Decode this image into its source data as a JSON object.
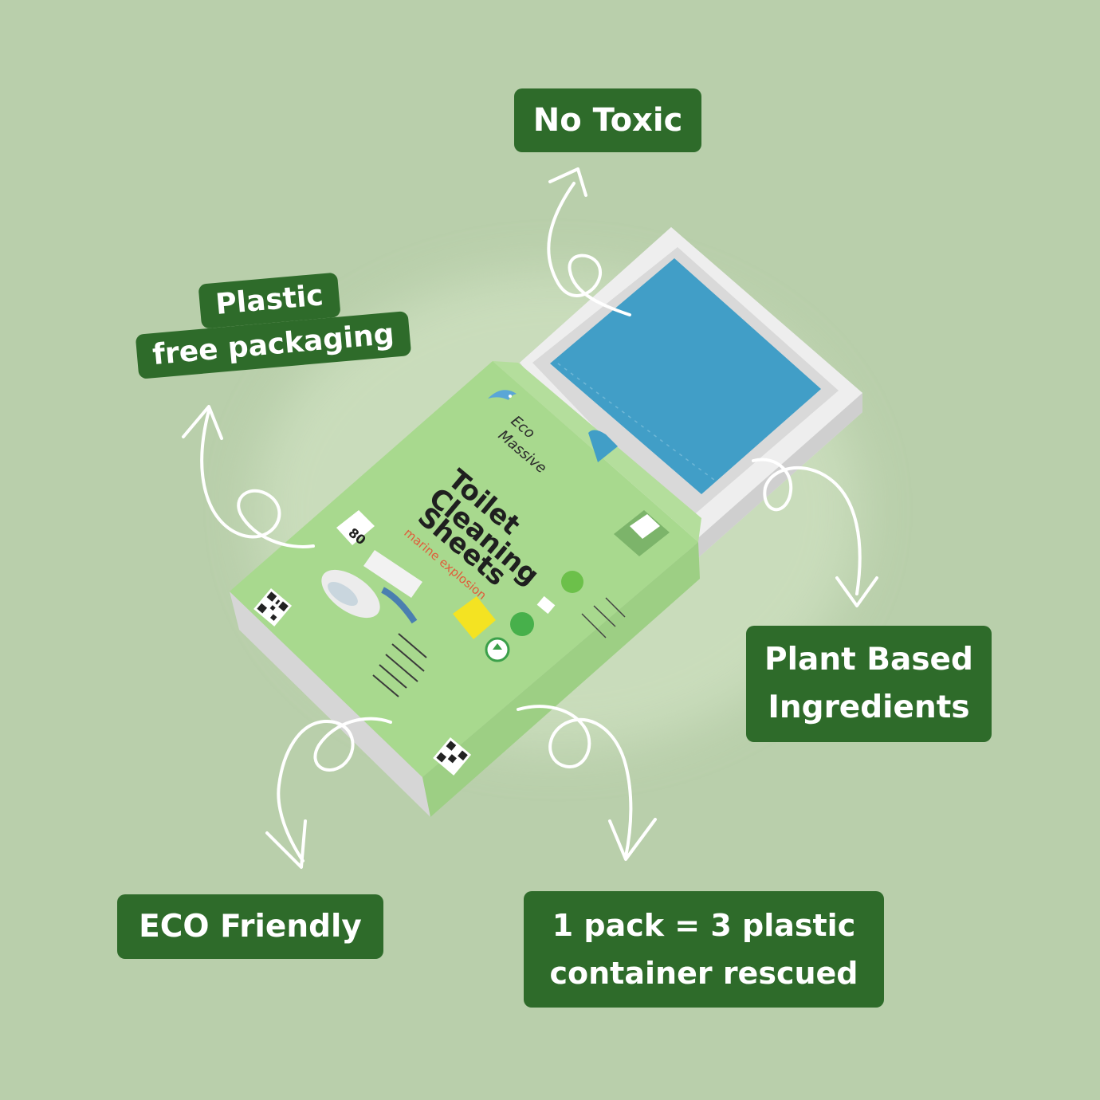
{
  "badges": {
    "no_toxic": "No Toxic",
    "plastic_free_line1": "Plastic",
    "plastic_free_line2": "free packaging",
    "plant_based_line1": "Plant Based",
    "plant_based_line2": "Ingredients",
    "eco_friendly": "ECO Friendly",
    "pack_line1": "1 pack = 3 plastic",
    "pack_line2": "container rescued"
  },
  "product": {
    "brand_line1": "Eco",
    "brand_line2": "Massive",
    "title_line1": "Toilet",
    "title_line2": "Cleaning",
    "title_line3": "Sheets",
    "variant": "marine explosion",
    "count": "80"
  },
  "colors": {
    "background": "#b9cfab",
    "badge": "#2e6b2a",
    "sleeve": "#a8d98e",
    "sheet_blue": "#419ec7",
    "tray": "#e6e6e6"
  },
  "icons": [
    "curly-arrow-icon",
    "dolphin-logo-icon",
    "qr-code-icon",
    "toilet-illustration-icon",
    "recycle-icon"
  ]
}
